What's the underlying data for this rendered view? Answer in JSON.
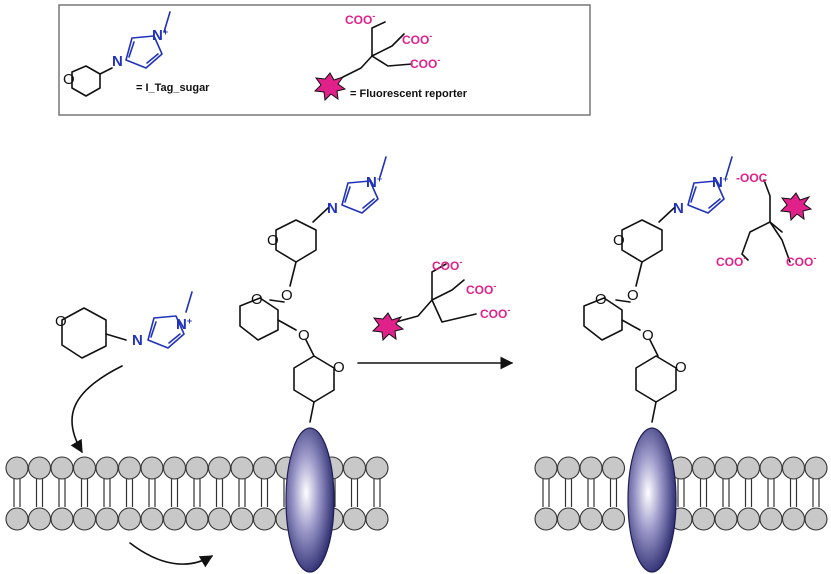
{
  "legend": {
    "tag_label": "= I_Tag_sugar",
    "reporter_label": "= Fluorescent reporter"
  },
  "atoms": {
    "oxygen": "O",
    "nitrogen": "N",
    "nitrogen_plus": "N+",
    "carboxylate": "COO-",
    "carboxylate_reversed": "-OOC"
  },
  "colors": {
    "imidazolium": "#2233bb",
    "carboxylate": "#e0218a",
    "star": "#e0218a",
    "protein_dark": "#2a2a6e",
    "protein_light": "#ffffff",
    "lipid_head": "#c8c8c8"
  },
  "icons": [
    "star-burst-icon",
    "reaction-arrow-icon",
    "curved-arrow-icon",
    "membrane-protein-icon"
  ]
}
